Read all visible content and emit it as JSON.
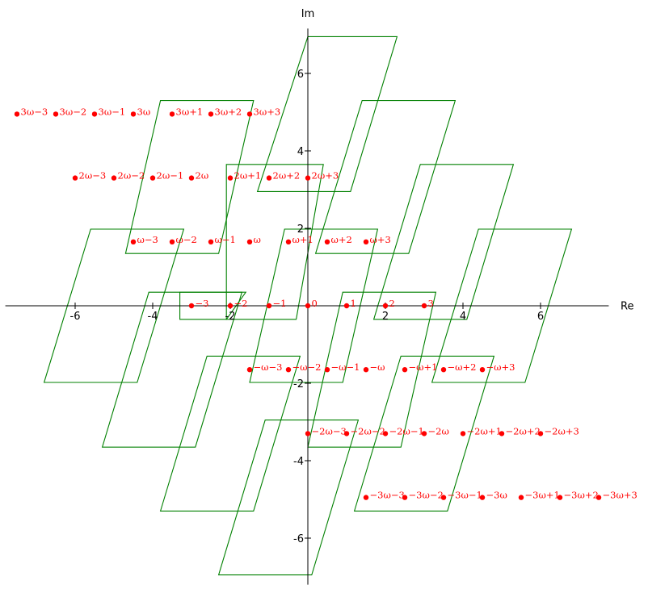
{
  "colors": {
    "parallelogram": "#008000",
    "point": "#ff0000",
    "axis": "#000000"
  },
  "chart_data": {
    "type": "scatter",
    "title": "",
    "xlabel": "Re",
    "ylabel": "Im",
    "xlim": [
      -7.8,
      7.8
    ],
    "ylim": [
      -7.2,
      7.2
    ],
    "grid": false,
    "xticks": [
      -6,
      -4,
      -2,
      0,
      2,
      4,
      6
    ],
    "yticks": [
      -6,
      -4,
      -2,
      0,
      2,
      4,
      6
    ],
    "xtick_labels": [
      "-6",
      "-4",
      "-2",
      "",
      "2",
      "4",
      "6"
    ],
    "ytick_labels": [
      "-6",
      "-4",
      "-2",
      "",
      "2",
      "4",
      "6"
    ],
    "omega": [
      -1.5,
      1.65
    ],
    "series": [
      {
        "points": [
          {
            "x": -7.5,
            "y": 4.95,
            "label": "3ω−3"
          },
          {
            "x": -6.5,
            "y": 4.95,
            "label": "3ω−2"
          },
          {
            "x": -5.5,
            "y": 4.95,
            "label": "3ω−1"
          },
          {
            "x": -4.5,
            "y": 4.95,
            "label": "3ω"
          },
          {
            "x": -3.5,
            "y": 4.95,
            "label": "3ω+1"
          },
          {
            "x": -2.5,
            "y": 4.95,
            "label": "3ω+2"
          },
          {
            "x": -1.5,
            "y": 4.95,
            "label": "3ω+3"
          },
          {
            "x": -6.0,
            "y": 3.3,
            "label": "2ω−3"
          },
          {
            "x": -5.0,
            "y": 3.3,
            "label": "2ω−2"
          },
          {
            "x": -4.0,
            "y": 3.3,
            "label": "2ω−1"
          },
          {
            "x": -3.0,
            "y": 3.3,
            "label": "2ω"
          },
          {
            "x": -2.0,
            "y": 3.3,
            "label": "2ω+1"
          },
          {
            "x": -1.0,
            "y": 3.3,
            "label": "2ω+2"
          },
          {
            "x": 0.0,
            "y": 3.3,
            "label": "2ω+3"
          },
          {
            "x": -4.5,
            "y": 1.65,
            "label": "ω−3"
          },
          {
            "x": -3.5,
            "y": 1.65,
            "label": "ω−2"
          },
          {
            "x": -2.5,
            "y": 1.65,
            "label": "ω−1"
          },
          {
            "x": -1.5,
            "y": 1.65,
            "label": "ω"
          },
          {
            "x": -0.5,
            "y": 1.65,
            "label": "ω+1"
          },
          {
            "x": 0.5,
            "y": 1.65,
            "label": "ω+2"
          },
          {
            "x": 1.5,
            "y": 1.65,
            "label": "ω+3"
          },
          {
            "x": -3.0,
            "y": 0.0,
            "label": "−3"
          },
          {
            "x": -2.0,
            "y": 0.0,
            "label": "−2"
          },
          {
            "x": -1.0,
            "y": 0.0,
            "label": "−1"
          },
          {
            "x": 0.0,
            "y": 0.0,
            "label": "0"
          },
          {
            "x": 1.0,
            "y": 0.0,
            "label": "1"
          },
          {
            "x": 2.0,
            "y": 0.0,
            "label": "2"
          },
          {
            "x": 3.0,
            "y": 0.0,
            "label": "3"
          },
          {
            "x": -1.5,
            "y": -1.65,
            "label": "−ω−3"
          },
          {
            "x": -0.5,
            "y": -1.65,
            "label": "−ω−2"
          },
          {
            "x": 0.5,
            "y": -1.65,
            "label": "−ω−1"
          },
          {
            "x": 1.5,
            "y": -1.65,
            "label": "−ω"
          },
          {
            "x": 2.5,
            "y": -1.65,
            "label": "−ω+1"
          },
          {
            "x": 3.5,
            "y": -1.65,
            "label": "−ω+2"
          },
          {
            "x": 4.5,
            "y": -1.65,
            "label": "−ω+3"
          },
          {
            "x": 0.0,
            "y": -3.3,
            "label": "−2ω−3"
          },
          {
            "x": 1.0,
            "y": -3.3,
            "label": "−2ω−2"
          },
          {
            "x": 2.0,
            "y": -3.3,
            "label": "−2ω−1"
          },
          {
            "x": 3.0,
            "y": -3.3,
            "label": "−2ω"
          },
          {
            "x": 4.0,
            "y": -3.3,
            "label": "−2ω+1"
          },
          {
            "x": 5.0,
            "y": -3.3,
            "label": "−2ω+2"
          },
          {
            "x": 6.0,
            "y": -3.3,
            "label": "−2ω+3"
          },
          {
            "x": 1.5,
            "y": -4.95,
            "label": "−3ω−3"
          },
          {
            "x": 2.5,
            "y": -4.95,
            "label": "−3ω−2"
          },
          {
            "x": 3.5,
            "y": -4.95,
            "label": "−3ω−1"
          },
          {
            "x": 4.5,
            "y": -4.95,
            "label": "−3ω"
          },
          {
            "x": 5.5,
            "y": -4.95,
            "label": "−3ω+1"
          },
          {
            "x": 6.5,
            "y": -4.95,
            "label": "−3ω+2"
          },
          {
            "x": 7.5,
            "y": -4.95,
            "label": "−3ω+3"
          }
        ]
      }
    ],
    "parallelograms": [
      [
        [
          -1.5,
          -1.98
        ],
        [
          0.9,
          -1.98
        ],
        [
          1.8,
          1.98
        ],
        [
          -0.6,
          1.98
        ]
      ],
      [
        [
          -4.7,
          1.35
        ],
        [
          -2.3,
          1.35
        ],
        [
          -1.4,
          5.3
        ],
        [
          -3.8,
          5.3
        ]
      ],
      [
        [
          -2.1,
          -0.35
        ],
        [
          -0.3,
          -0.35
        ],
        [
          0.4,
          3.65
        ],
        [
          -2.1,
          3.65
        ]
      ],
      [
        [
          -1.3,
          2.95
        ],
        [
          1.1,
          2.95
        ],
        [
          2.3,
          6.95
        ],
        [
          0.0,
          6.95
        ]
      ],
      [
        [
          0.2,
          1.35
        ],
        [
          2.6,
          1.35
        ],
        [
          3.8,
          5.3
        ],
        [
          1.4,
          5.3
        ]
      ],
      [
        [
          1.7,
          -0.35
        ],
        [
          4.1,
          -0.35
        ],
        [
          5.3,
          3.65
        ],
        [
          2.9,
          3.65
        ]
      ],
      [
        [
          3.2,
          -1.98
        ],
        [
          5.6,
          -1.98
        ],
        [
          6.8,
          1.98
        ],
        [
          4.4,
          1.98
        ]
      ],
      [
        [
          0.9,
          0.35
        ],
        [
          3.3,
          0.35
        ],
        [
          2.4,
          -3.65
        ],
        [
          0.0,
          -3.65
        ]
      ],
      [
        [
          1.2,
          -5.3
        ],
        [
          3.6,
          -5.3
        ],
        [
          4.8,
          -1.3
        ],
        [
          2.4,
          -1.3
        ]
      ],
      [
        [
          -3.3,
          0.35
        ],
        [
          -1.6,
          0.35
        ],
        [
          -2.1,
          -0.35
        ],
        [
          -3.3,
          -0.35
        ]
      ],
      [
        [
          -6.8,
          -1.98
        ],
        [
          -4.4,
          -1.98
        ],
        [
          -3.2,
          1.98
        ],
        [
          -5.6,
          1.98
        ]
      ],
      [
        [
          -5.3,
          -3.65
        ],
        [
          -2.9,
          -3.65
        ],
        [
          -1.7,
          0.35
        ],
        [
          -4.1,
          0.35
        ]
      ],
      [
        [
          -3.8,
          -5.3
        ],
        [
          -1.4,
          -5.3
        ],
        [
          -0.2,
          -1.3
        ],
        [
          -2.6,
          -1.3
        ]
      ],
      [
        [
          -2.3,
          -6.95
        ],
        [
          0.1,
          -6.95
        ],
        [
          1.3,
          -2.95
        ],
        [
          -1.1,
          -2.95
        ]
      ]
    ]
  }
}
